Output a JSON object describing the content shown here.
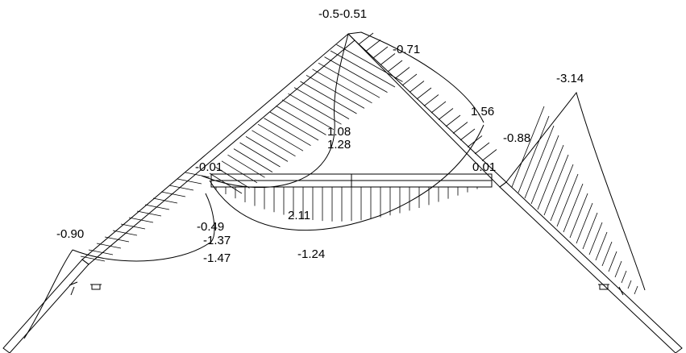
{
  "diagram": {
    "type": "structural-moment-diagram",
    "labels": [
      {
        "id": "l1",
        "text": "-0.5-0.51"
      },
      {
        "id": "l2",
        "text": "-0.71"
      },
      {
        "id": "l3",
        "text": "-3.14"
      },
      {
        "id": "l4",
        "text": "1.56"
      },
      {
        "id": "l5",
        "text": "-0.88"
      },
      {
        "id": "l6",
        "text": "1.08"
      },
      {
        "id": "l7",
        "text": "1.28"
      },
      {
        "id": "l8",
        "text": "-0.01"
      },
      {
        "id": "l9",
        "text": "0.01"
      },
      {
        "id": "l10",
        "text": "2.11"
      },
      {
        "id": "l11",
        "text": "-0.49"
      },
      {
        "id": "l12",
        "text": "-1.37"
      },
      {
        "id": "l13",
        "text": "-1.47"
      },
      {
        "id": "l14",
        "text": "-1.24"
      },
      {
        "id": "l15",
        "text": "-0.90"
      }
    ]
  }
}
